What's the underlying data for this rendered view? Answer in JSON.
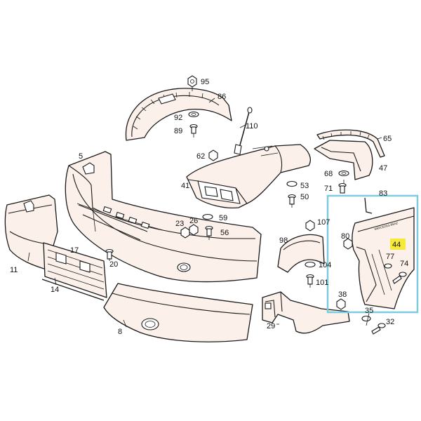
{
  "diagram": {
    "highlight_color": "#7ecbe0",
    "label_highlight_color": "#f7e93a",
    "highlighted_part": "44",
    "callouts": {
      "n95": "95",
      "n86": "86",
      "n92": "92",
      "n89": "89",
      "n110": "110",
      "n65": "65",
      "n47": "47",
      "n5": "5",
      "n62": "62",
      "n68": "68",
      "n71": "71",
      "n83": "83",
      "n41": "41",
      "n53": "53",
      "n50": "50",
      "n59": "59",
      "n56": "56",
      "n23": "23",
      "n26": "26",
      "n107": "107",
      "n98": "98",
      "n80": "80",
      "n44": "44",
      "n77": "77",
      "n74": "74",
      "n104": "104",
      "n101": "101",
      "n17": "17",
      "n20": "20",
      "n11": "11",
      "n14": "14",
      "n38": "38",
      "n35": "35",
      "n32": "32",
      "n29": "29",
      "n8": "8"
    },
    "embossed_text": "MERCEDES-BENZ"
  }
}
